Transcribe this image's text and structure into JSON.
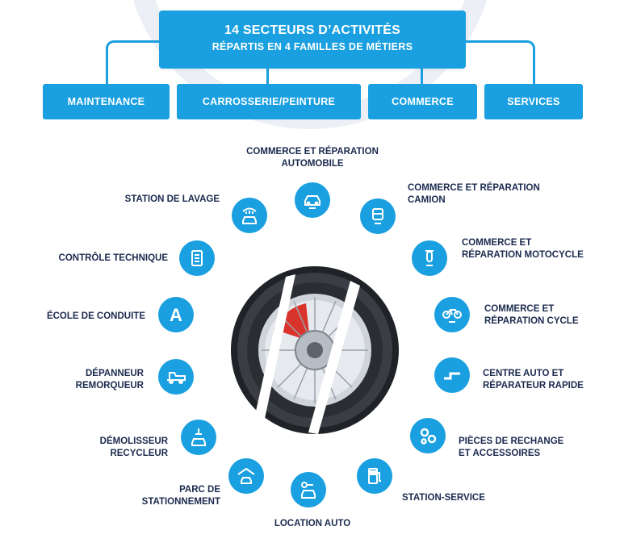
{
  "header": {
    "title": "14 SECTEURS D’ACTIVITÉS",
    "subtitle": "RÉPARTIS EN 4 FAMILLES DE MÉTIERS"
  },
  "families": [
    "MAINTENANCE",
    "CARROSSERIE/PEINTURE",
    "COMMERCE",
    "SERVICES"
  ],
  "sectors": [
    {
      "label": "COMMERCE ET RÉPARATION\nAUTOMOBILE",
      "icon": "car-wrench-icon"
    },
    {
      "label": "COMMERCE ET RÉPARATION\nCAMION",
      "icon": "truck-wrench-icon"
    },
    {
      "label": "COMMERCE ET\nRÉPARATION MOTOCYCLE",
      "icon": "motorcycle-wrench-icon"
    },
    {
      "label": "COMMERCE ET\nRÉPARATION CYCLE",
      "icon": "bicycle-wrench-icon"
    },
    {
      "label": "CENTRE AUTO ET\nRÉPARATEUR RAPIDE",
      "icon": "quick-service-icon"
    },
    {
      "label": "PIÈCES DE RECHANGE\nET ACCESSOIRES",
      "icon": "gears-icon"
    },
    {
      "label": "STATION-SERVICE",
      "icon": "fuel-pump-icon"
    },
    {
      "label": "LOCATION AUTO",
      "icon": "car-key-icon"
    },
    {
      "label": "PARC DE\nSTATIONNEMENT",
      "icon": "garage-icon"
    },
    {
      "label": "DÉMOLISSEUR\nRECYCLEUR",
      "icon": "crane-car-icon"
    },
    {
      "label": "DÉPANNEUR\nREMORQUEUR",
      "icon": "tow-truck-icon"
    },
    {
      "label": "ÉCOLE DE CONDUITE",
      "icon": "letter-a-icon"
    },
    {
      "label": "CONTRÔLE TECHNIQUE",
      "icon": "checklist-icon"
    },
    {
      "label": "STATION DE LAVAGE",
      "icon": "car-wash-icon"
    }
  ],
  "colors": {
    "accent": "#1aa0e0",
    "text": "#1b2a4e"
  }
}
